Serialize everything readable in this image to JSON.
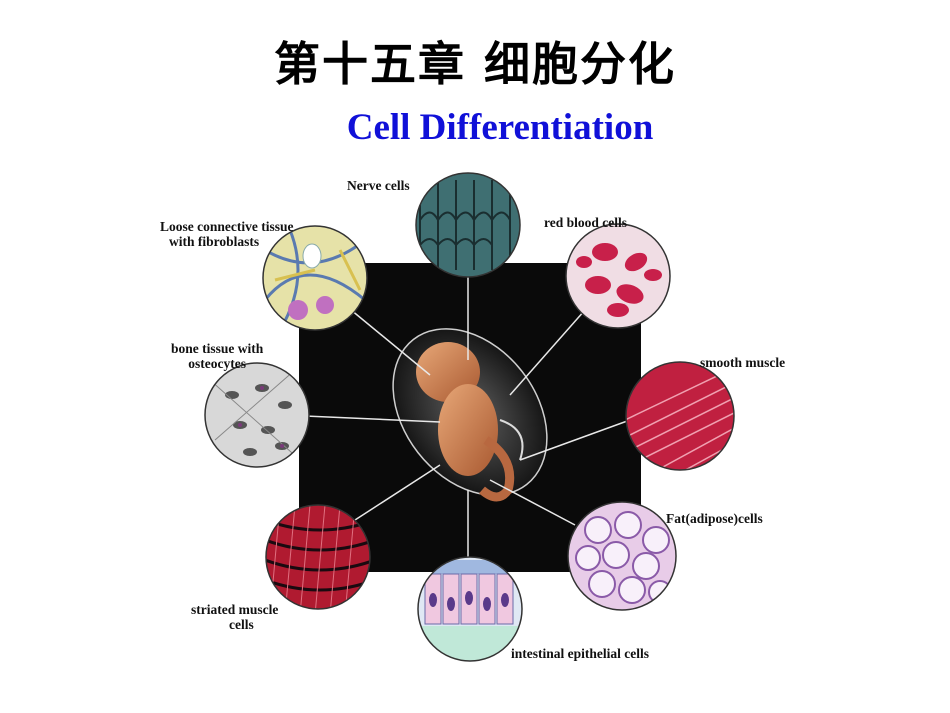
{
  "title_cn": "第十五章 细胞分化",
  "title_en": "Cell Differentiation",
  "labels": {
    "nerve": "Nerve cells",
    "rbc": "red blood cells",
    "loose_1": "Loose connective tissue",
    "loose_2": "with fibroblasts",
    "bone_1": "bone tissue with",
    "bone_2": "osteocytes",
    "smooth": "smooth muscle",
    "fat": "Fat(adipose)cells",
    "striated_1": "striated muscle",
    "striated_2": "cells",
    "intestinal": "intestinal epithelial cells"
  },
  "colors": {
    "title_en": "#1010d8",
    "panel": "#0a0a0a",
    "nerve": "#3f6f72",
    "rbc": "#c8204a",
    "smooth": "#c02040",
    "fat": "#b890c8",
    "striated": "#b01a30",
    "intestinal": "#a0b8e0",
    "bone": "#9a9a9a",
    "loose": "#c0b040"
  }
}
